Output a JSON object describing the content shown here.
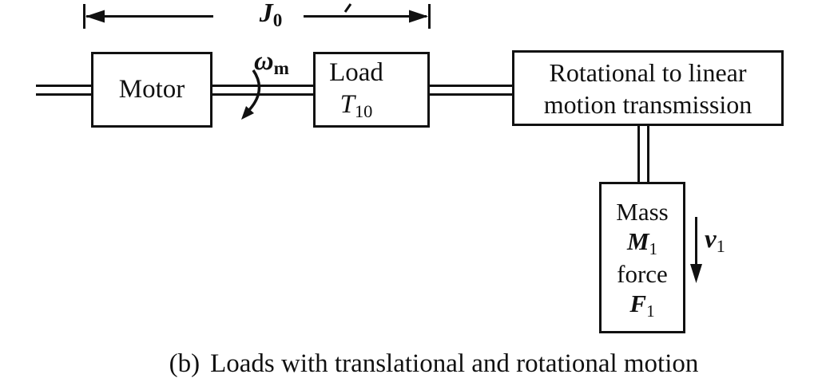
{
  "diagram": {
    "dimension": {
      "label_base": "J",
      "label_sub": "0"
    },
    "motor": {
      "label": "Motor"
    },
    "shaft_speed": {
      "label_base": "ω",
      "label_sub": "m"
    },
    "load": {
      "label": "Load",
      "torque_base": "T",
      "torque_sub": "10"
    },
    "transmission": {
      "line1": "Rotational to linear",
      "line2": "motion transmission"
    },
    "mass": {
      "line1": "Mass",
      "mass_base": "M",
      "mass_sub": "1",
      "line3": "force",
      "force_base": "F",
      "force_sub": "1"
    },
    "velocity": {
      "label_base": "v",
      "label_sub": "1"
    },
    "caption": {
      "prefix": "(b)",
      "text": "Loads with translational and rotational motion"
    },
    "colors": {
      "ink": "#111111",
      "background": "#ffffff"
    }
  }
}
